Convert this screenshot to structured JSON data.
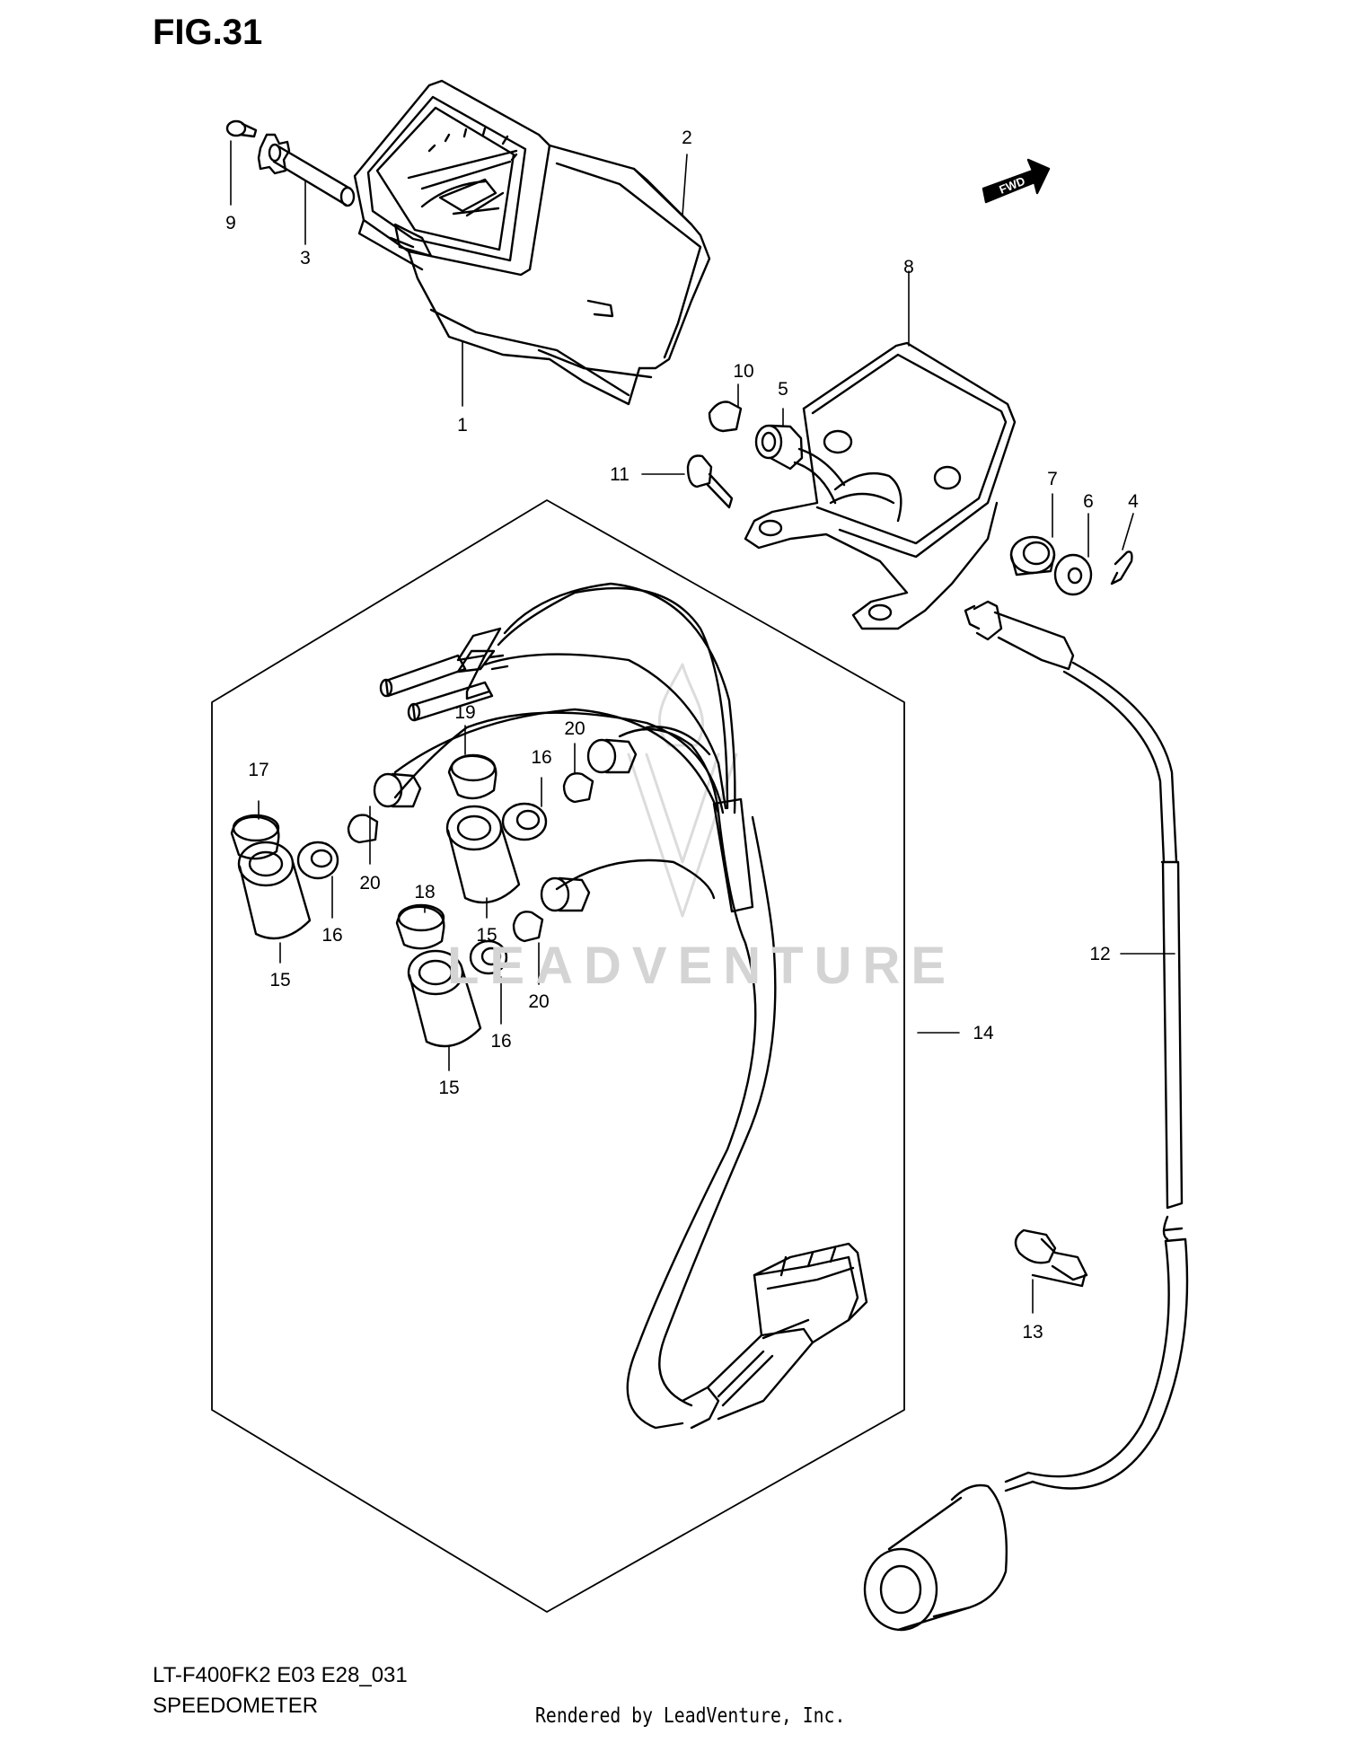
{
  "figure": {
    "title": "FIG.31",
    "model_code": "LT-F400FK2 E03 E28_031",
    "section_name": "SPEEDOMETER",
    "credit": "Rendered by LeadVenture, Inc.",
    "watermark": "LEADVENTURE",
    "fwd_label": "FWD"
  },
  "callouts": [
    "1",
    "2",
    "3",
    "4",
    "5",
    "6",
    "7",
    "8",
    "9",
    "10",
    "11",
    "12",
    "13",
    "14",
    "15",
    "15",
    "15",
    "16",
    "16",
    "16",
    "17",
    "18",
    "19",
    "20",
    "20",
    "20"
  ],
  "colors": {
    "line": "#000000",
    "background": "#ffffff",
    "watermark": "#d4d4d4"
  }
}
